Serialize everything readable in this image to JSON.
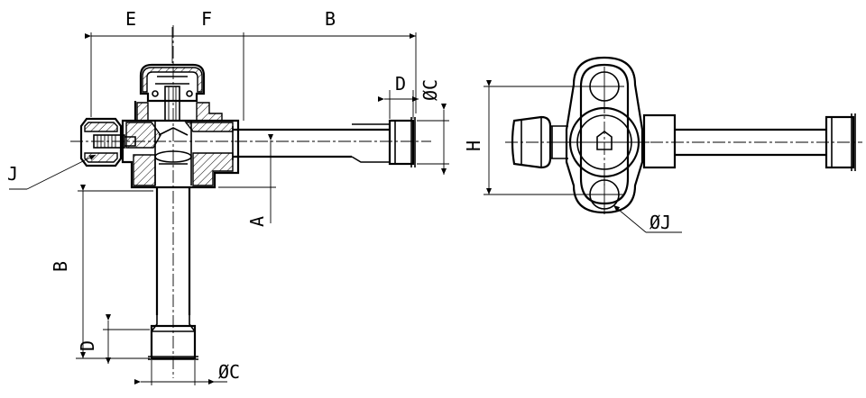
{
  "labels": {
    "E": "E",
    "F": "F",
    "B_top": "B",
    "D_right": "D",
    "phiC_right": "ØC",
    "J": "J",
    "A": "A",
    "B_left": "B",
    "D_bottom": "D",
    "phiC_bottom": "ØC",
    "H": "H",
    "phiJ": "ØJ"
  }
}
